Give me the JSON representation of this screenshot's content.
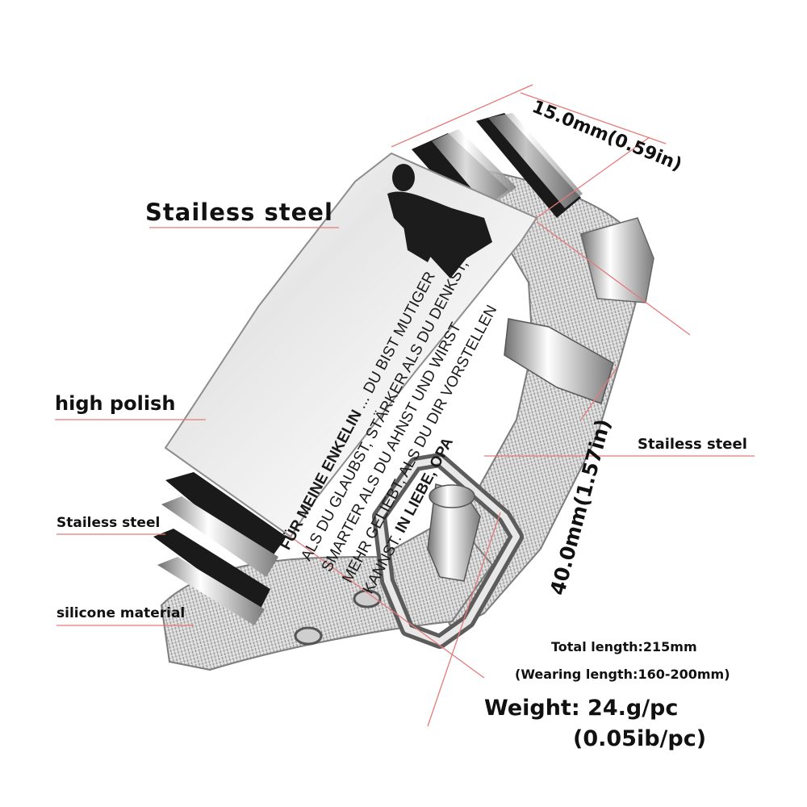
{
  "labels": {
    "stainless_steel_top": "Stailess steel",
    "high_polish": "high polish",
    "stainless_steel_left": "Stailess steel",
    "silicone_material": "silicone material",
    "stainless_steel_right": "Stailess steel"
  },
  "dimensions": {
    "width": "15.0mm(0.59in)",
    "height": "40.0mm(1.57in)"
  },
  "specs": {
    "total_length": "Total length:215mm",
    "wearing_length": "(Wearing length:160-200mm)",
    "weight": "Weight: 24.g/pc",
    "weight_ib": "(0.05ib/pc)"
  },
  "engraving": {
    "line1_bold": "FÜR MEINE ENKELIN",
    "line1_rest": "... DU BIST MUTIGER",
    "line2": "ALS DU GLAUBST, STÄRKER ALS DU DENKST,",
    "line3": "SMARTER ALS DU AHNST UND WIRST",
    "line4": "MEHR GELIEBT, ALS DU DIR VORSTELLEN",
    "line5_rest": "KANNST.",
    "line5_bold": "IN LIEBE, OPA"
  },
  "colors": {
    "leader_line": "#e57a7a",
    "steel_light": "#f2f2f2",
    "steel_dark": "#8a8a8a",
    "silicone": "#1a1a1a"
  }
}
